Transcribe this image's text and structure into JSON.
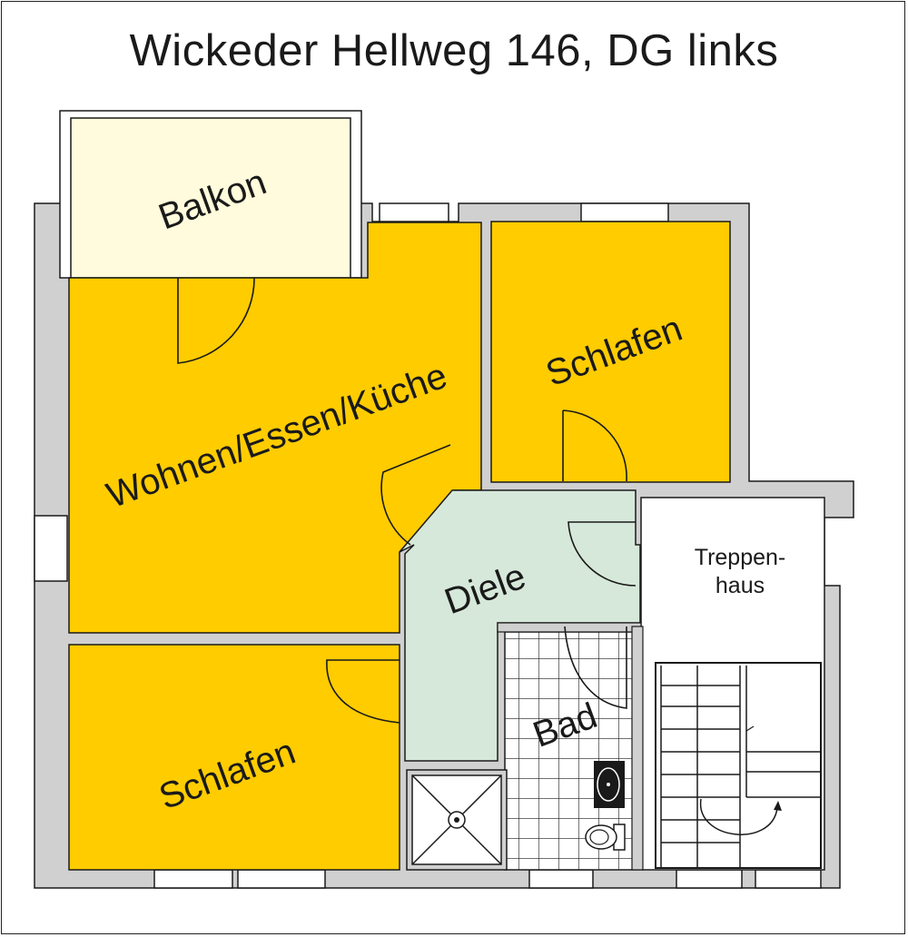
{
  "title": "Wickeder Hellweg 146, DG links",
  "rooms": {
    "balkon": "Balkon",
    "wohnen": "Wohnen/Essen/Küche",
    "schlafen_top": "Schlafen",
    "diele": "Diele",
    "treppenhaus_line1": "Treppen-",
    "treppenhaus_line2": "haus",
    "bad": "Bad",
    "schlafen_bottom": "Schlafen"
  },
  "colors": {
    "room_fill": "#FFCC00",
    "balcony_fill": "#FFFBDC",
    "hall_fill": "#D6E8DA",
    "wall_fill": "#D0D0D0",
    "line": "#1a1a1a"
  },
  "icons": [
    "door-swing-icon",
    "shower-tray-icon",
    "washbasin-icon",
    "toilet-icon",
    "stair-direction-arrow-icon"
  ]
}
